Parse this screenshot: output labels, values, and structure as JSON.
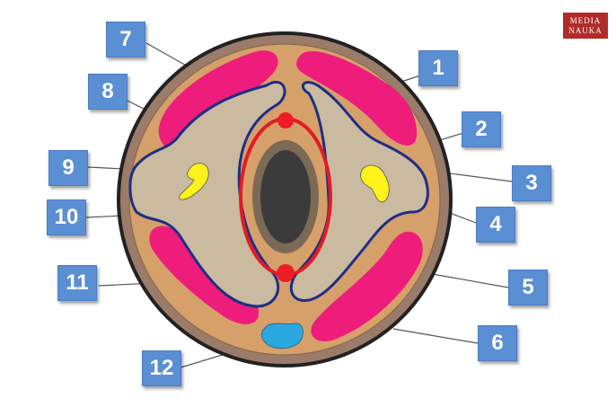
{
  "labels": [
    "1",
    "2",
    "3",
    "4",
    "5",
    "6",
    "7",
    "8",
    "9",
    "10",
    "11",
    "12"
  ],
  "logo": {
    "line1": "MEDIA",
    "line2": "NAUKA"
  },
  "colors": {
    "outer_ring": "#9b7b6a",
    "outline": "#222222",
    "body": "#d6a06a",
    "muscle": "#ee1c7b",
    "sheath": "#1e2e86",
    "tissue": "#cabba0",
    "spinal_ring": "#e31b23",
    "dot": "#ee1c24",
    "cord_outer": "#7b6a55",
    "cord_inner": "#3b3b3b",
    "ganglion": "#fff21b",
    "vessel": "#2aa7df",
    "box": "#5b8fd4"
  }
}
